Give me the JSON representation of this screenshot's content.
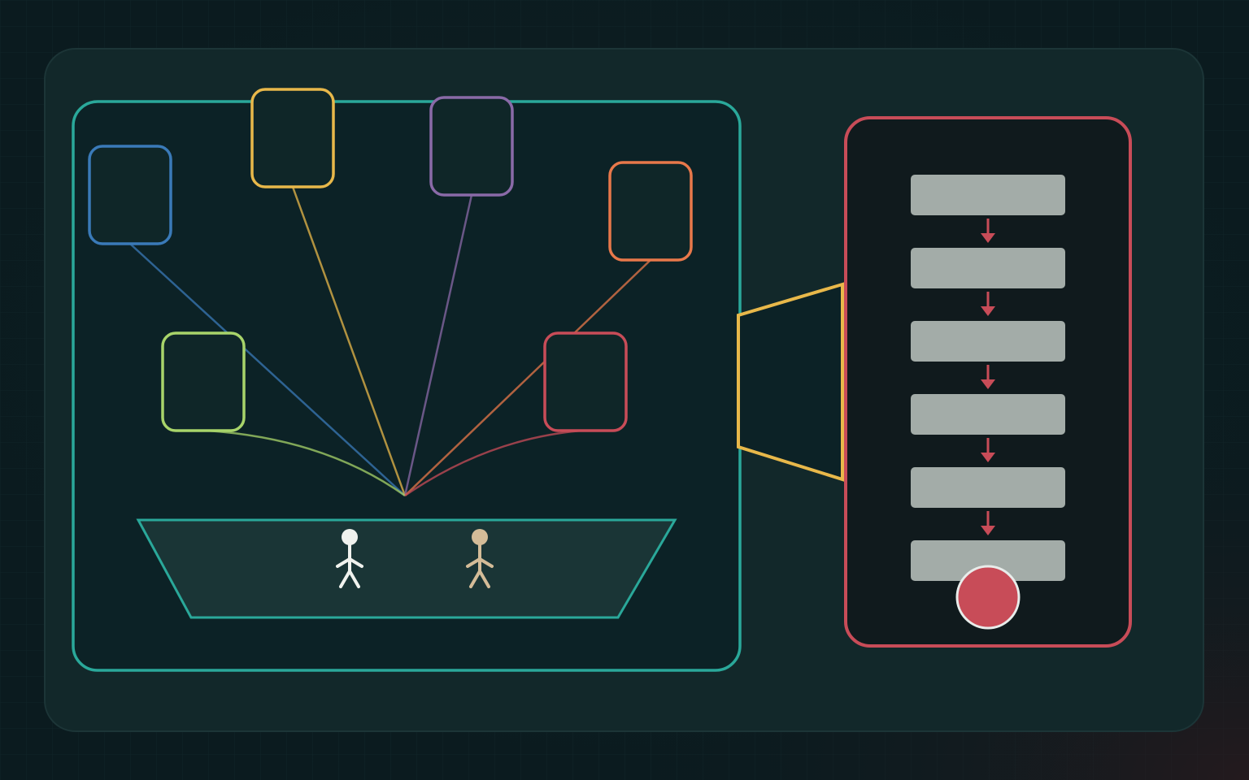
{
  "colors": {
    "background": "#0b1b1f",
    "grid_line": "#12262a",
    "outer_panel_fill": "#12282a",
    "outer_panel_stroke": "#1c3537",
    "scene_panel_fill": "#0c2226",
    "scene_panel_stroke": "#2aa89a",
    "stage_fill": "#1a3536",
    "stage_stroke": "#2aa89a",
    "connector_stroke": "#e8b84a",
    "sequence_panel_fill": "#101a1d",
    "sequence_panel_stroke": "#c84c58",
    "step_fill": "#a3aca8",
    "arrow": "#c84c58",
    "marker_fill": "#c84c58",
    "marker_stroke": "#e8ecea"
  },
  "nodes": [
    {
      "id": "node-blue",
      "color": "#3a7ab8"
    },
    {
      "id": "node-yellow",
      "color": "#e8b84a"
    },
    {
      "id": "node-purple",
      "color": "#8a6aa8"
    },
    {
      "id": "node-orange",
      "color": "#e8784a"
    },
    {
      "id": "node-green",
      "color": "#a8d46a"
    },
    {
      "id": "node-red",
      "color": "#c84c58"
    }
  ],
  "figures": [
    {
      "id": "figure-white",
      "color": "#f0f2ee"
    },
    {
      "id": "figure-tan",
      "color": "#d4bc98"
    }
  ],
  "sequence": {
    "step_count": 6,
    "arrow_count": 5,
    "active_step": 6
  }
}
